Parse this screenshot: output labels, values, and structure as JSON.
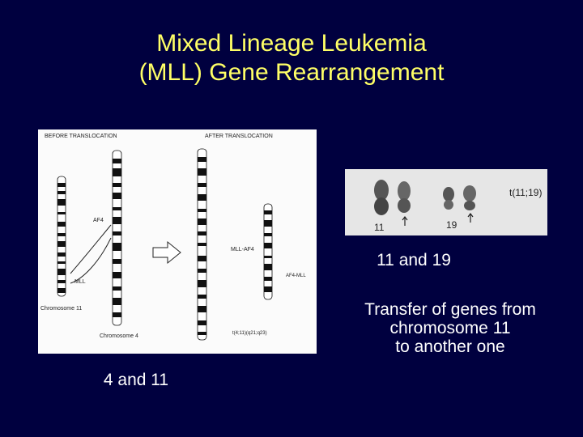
{
  "slide": {
    "title_line1": "Mixed Lineage Leukemia",
    "title_line2": "(MLL) Gene Rearrangement",
    "caption_4_11": "4 and 11",
    "caption_11_19": "11 and 19",
    "caption_transfer_line1": "Transfer of genes from",
    "caption_transfer_line2": "chromosome 11",
    "caption_transfer_line3": "to another one"
  },
  "left_figure": {
    "before_header": "BEFORE TRANSLOCATION",
    "after_header": "AFTER TRANSLOCATION",
    "label_af4": "AF4",
    "label_mll": "MLL",
    "label_mll_af4": "MLL-AF4",
    "label_af4_mll": "AF4-MLL",
    "label_chromosome_11": "Chromosome 11",
    "label_chromosome_4": "Chromosome 4",
    "label_translocation": "t(4;11)(q21;q23)"
  },
  "right_figure": {
    "label_11": "11",
    "label_19": "19",
    "label_translocation": "t(11;19)"
  },
  "colors": {
    "background": "#00003f",
    "title": "#ffff66",
    "caption": "#ffffff"
  }
}
